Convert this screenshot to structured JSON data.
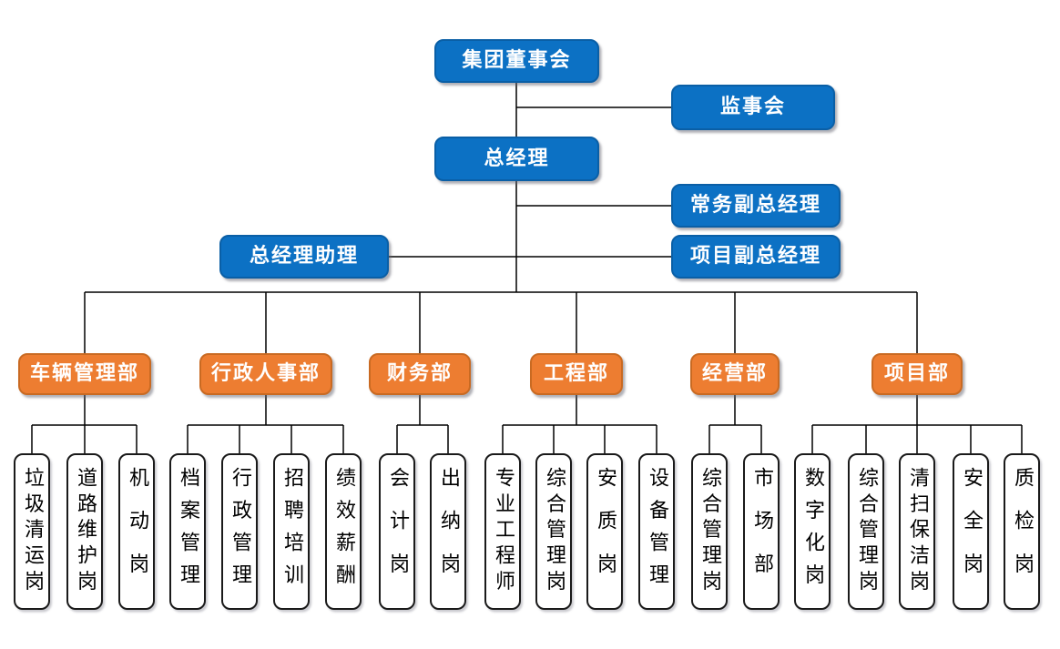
{
  "palette": {
    "background": "#FFFFFF",
    "blue_fill": "#0C71C4",
    "blue_border": "#0A5FA6",
    "orange_fill": "#ED7D31",
    "orange_border": "#C96A22",
    "box_text": "#FFFFFF",
    "position_fill": "#FFFFFF",
    "position_border": "#1A1A1A",
    "position_text": "#000000",
    "line_color": "#000000"
  },
  "executive": {
    "board": {
      "label": "集团董事会"
    },
    "supervisory": {
      "label": "监事会"
    },
    "general_manager": {
      "label": "总经理"
    },
    "executive_deputy_gm": {
      "label": "常务副总经理"
    },
    "gm_assistant": {
      "label": "总经理助理"
    },
    "project_deputy_gm": {
      "label": "项目副总经理"
    }
  },
  "departments": [
    {
      "label": "车辆管理部",
      "children": [
        {
          "label": "垃圾清运岗"
        },
        {
          "label": "道路维护岗"
        },
        {
          "label": "机动岗"
        }
      ]
    },
    {
      "label": "行政人事部",
      "children": [
        {
          "label": "档案管理"
        },
        {
          "label": "行政管理"
        },
        {
          "label": "招聘培训"
        },
        {
          "label": "绩效薪酬"
        }
      ]
    },
    {
      "label": "财务部",
      "children": [
        {
          "label": "会计岗"
        },
        {
          "label": "出纳岗"
        }
      ]
    },
    {
      "label": "工程部",
      "children": [
        {
          "label": "专业工程师"
        },
        {
          "label": "综合管理岗"
        },
        {
          "label": "安质岗"
        },
        {
          "label": "设备管理"
        }
      ]
    },
    {
      "label": "经营部",
      "children": [
        {
          "label": "综合管理岗"
        },
        {
          "label": "市场部"
        }
      ]
    },
    {
      "label": "项目部",
      "children": [
        {
          "label": "数字化岗"
        },
        {
          "label": "综合管理岗"
        },
        {
          "label": "清扫保洁岗"
        },
        {
          "label": "安全岗"
        },
        {
          "label": "质检岗"
        }
      ]
    }
  ]
}
